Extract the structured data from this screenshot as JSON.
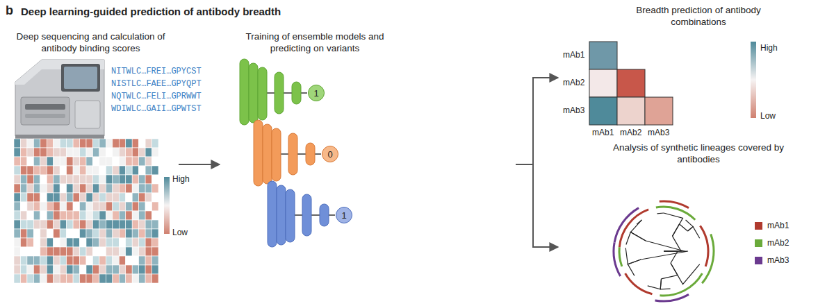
{
  "diagram": {
    "title": "Deep learning-guided prediction of antibody breadth",
    "nodes": [
      {
        "text": [
          "Deep sequencing and calculation of antibody binding scores"
        ]
      },
      {
        "text": [
          "Training of ensemble models and predicting on variants"
        ]
      },
      {
        "text": [
          "Breadth prediction of antibody combinations"
        ]
      },
      {
        "text": [
          "Analysis of synthetic lineages covered by antibodies"
        ]
      },
      {
        "text": [
          "1"
        ],
        "in": 1
      },
      {
        "text": [
          "0"
        ],
        "in": 1
      },
      {
        "text": [
          "1"
        ],
        "in": 1
      }
    ],
    "edges": [
      {
        "from": 0,
        "to": 1,
        "arrow": "to"
      },
      {
        "from": 1,
        "to": 2,
        "arrow": "to"
      },
      {
        "from": 1,
        "to": 3,
        "arrow": "to"
      }
    ],
    "labels": [
      "b",
      "NITWLC…FREI…GPYCST",
      "NISTLC…FAEE…GPYQPT",
      "NQTWLC…FELI…GPRWWT",
      "WDIWLC…GAII…GPWTST",
      "High",
      "Low",
      "mAb1",
      "mAb2",
      "mAb3",
      "mAb1",
      "mAb2",
      "mAb3",
      "High",
      "Low"
    ],
    "legend": [
      {
        "text": "mAb1",
        "color": "#b03a2e"
      },
      {
        "text": "mAb2",
        "color": "#6aaa3a"
      },
      {
        "text": "mAb3",
        "color": "#6b3a8f"
      }
    ]
  }
}
